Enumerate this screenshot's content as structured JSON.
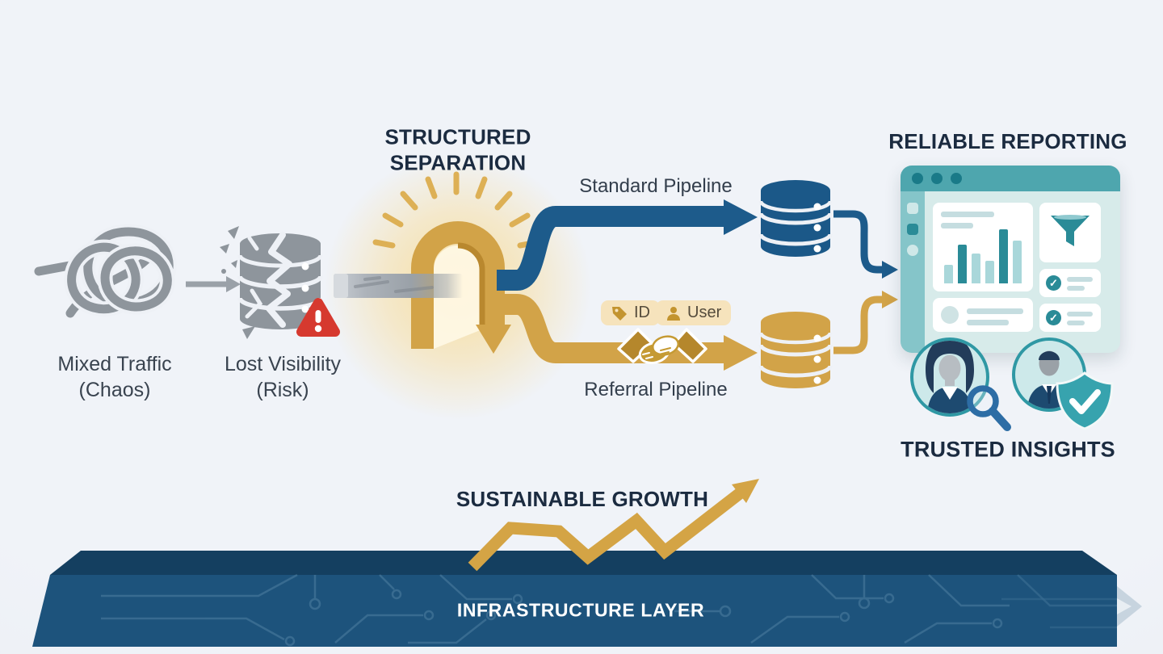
{
  "diagram_title": "Traffic separation pipeline diagram",
  "stages": {
    "mixed_traffic": {
      "line1": "Mixed Traffic",
      "line2": "(Chaos)"
    },
    "lost_visibility": {
      "line1": "Lost Visibility",
      "line2": "(Risk)"
    },
    "structured_separation": {
      "line1": "STRUCTURED",
      "line2": "SEPARATION"
    }
  },
  "pipelines": {
    "standard": {
      "label": "Standard Pipeline",
      "color": "#1d5b8b"
    },
    "referral": {
      "label": "Referral Pipeline",
      "color": "#d2a348",
      "tags": {
        "id": "ID",
        "user": "User"
      }
    }
  },
  "outcomes": {
    "reliable_reporting": "RELIABLE REPORTING",
    "trusted_insights": "TRUSTED INSIGHTS",
    "sustainable_growth": "SUSTAINABLE GROWTH",
    "infrastructure_layer": "INFRASTRUCTURE LAYER"
  },
  "dashboard": {
    "chart_bars": [
      23,
      48,
      37,
      28,
      67,
      53
    ],
    "bar_palette": [
      "light",
      "dark",
      "light",
      "light",
      "dark",
      "light"
    ],
    "header_dots": 3,
    "check_glyph": "✓"
  },
  "icons": {
    "tangled_knot": "tangled-rope-knot",
    "broken_database": "cracked-database-cylinder",
    "warning": "red-triangle-exclamation",
    "gateway_arch": "golden-arch-gate-with-rays",
    "handshake": "handshake",
    "tag": "price-tag",
    "user": "person-silhouette",
    "database": "stacked-cylinder-database",
    "funnel": "filter-funnel",
    "magnifier": "magnifying-glass",
    "shield_check": "shield-with-checkmark",
    "growth_arrow": "zigzag-rising-arrow",
    "circuit": "circuit-board-traces"
  },
  "colors": {
    "background": "#eef1f6",
    "gray_icon": "#8e959c",
    "navy_pipe": "#1d5b8b",
    "gold_pipe": "#d2a348",
    "gold_dark": "#b5872c",
    "glow": "#f8dd9c",
    "warning_red": "#d6392f",
    "teal_header": "#4ea6ae",
    "teal_dark": "#2a8b97",
    "infra_body": "#1d537c",
    "infra_top": "#143f60",
    "title_text": "#1b2b40",
    "body_text": "#39434f"
  }
}
